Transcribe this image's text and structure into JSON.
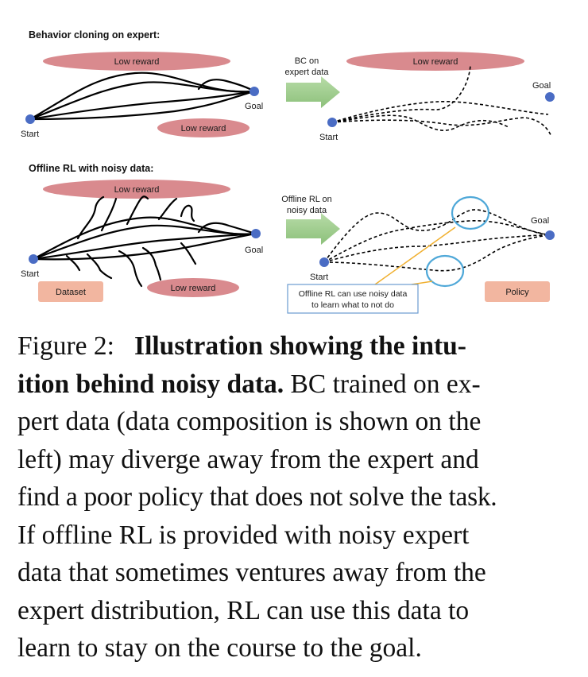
{
  "figure": {
    "top_title": "Behavior cloning on expert:",
    "bottom_title": "Offline RL with noisy data:",
    "low_reward": "Low reward",
    "start": "Start",
    "goal": "Goal",
    "arrow_top_line1": "BC on",
    "arrow_top_line2": "expert data",
    "arrow_bottom_line1": "Offline RL on",
    "arrow_bottom_line2": "noisy data",
    "dataset": "Dataset",
    "policy": "Policy",
    "callout_line1": "Offline RL can use noisy data",
    "callout_line2": "to learn what to not do",
    "colors": {
      "reward_ellipse": "#d98a8e",
      "label_box": "#f2b6a0",
      "arrow": "#9cc98a",
      "node": "#4a6cc4",
      "highlight_circle": "#4fa8d8",
      "callout_line": "#f0b030"
    }
  },
  "caption": {
    "label": "Figure 2:",
    "bold": "Illustration showing the intu- ition behind noisy data.",
    "bold_l1": "Illustration showing the intu-",
    "bold_l2": "ition behind noisy data.",
    "body_l2": "BC trained on ex-",
    "body_l3": "pert data (data composition is shown on the",
    "body_l4": "left) may diverge away from the expert and",
    "body_l5": "find a poor policy that does not solve the task.",
    "body_l6": "If offline RL is provided with noisy expert",
    "body_l7": "data that sometimes ventures away from the",
    "body_l8": "expert distribution, RL can use this data to",
    "body_l9": "learn to stay on the course to the goal."
  }
}
